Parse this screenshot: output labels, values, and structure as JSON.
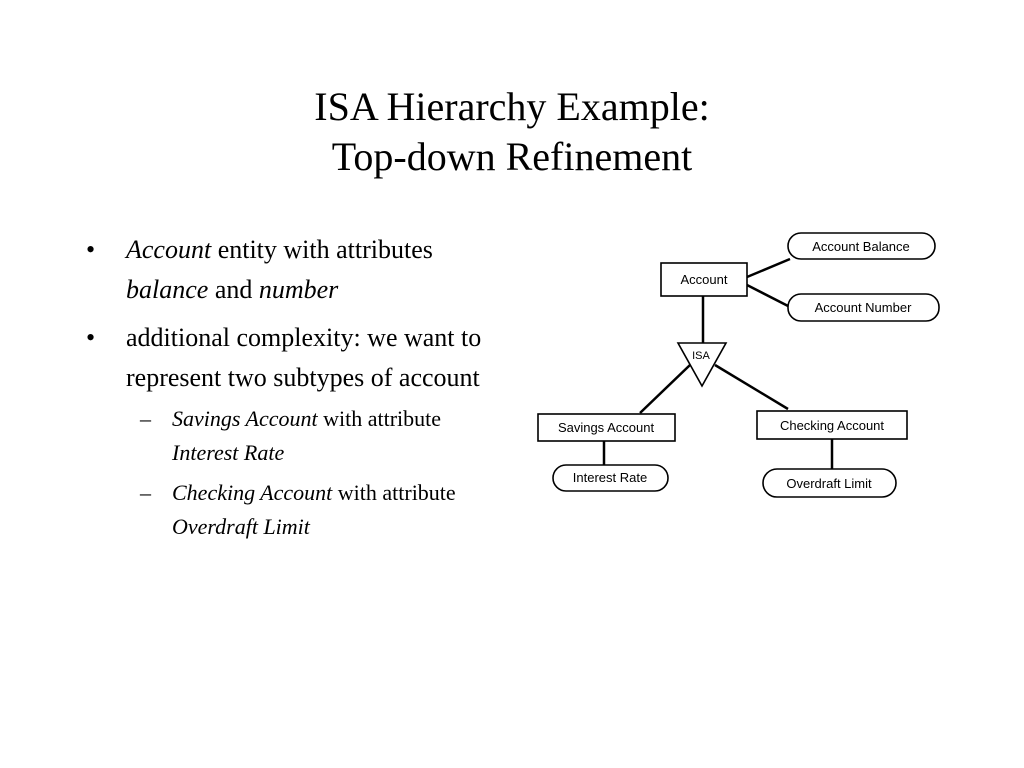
{
  "title": {
    "line1": "ISA Hierarchy Example:",
    "line2": "Top-down Refinement"
  },
  "bullets": [
    {
      "mark": "•",
      "parts": [
        {
          "text": "Account",
          "italic": true
        },
        {
          "text": " entity with attributes ",
          "italic": false
        },
        {
          "text": "balance",
          "italic": true
        },
        {
          "text": " and ",
          "italic": false
        },
        {
          "text": "number",
          "italic": true
        }
      ]
    },
    {
      "mark": "•",
      "parts": [
        {
          "text": "additional complexity: we want to represent two subtypes of account",
          "italic": false
        }
      ],
      "sub": [
        {
          "mark": "–",
          "parts": [
            {
              "text": "Savings Account",
              "italic": true
            },
            {
              "text": " with attribute ",
              "italic": false
            },
            {
              "text": "Interest Rate",
              "italic": true
            }
          ]
        },
        {
          "mark": "–",
          "parts": [
            {
              "text": "Checking Account",
              "italic": true
            },
            {
              "text": " with attribute ",
              "italic": false
            },
            {
              "text": "Overdraft Limit",
              "italic": true
            }
          ]
        }
      ]
    }
  ],
  "diagram": {
    "entities": {
      "account": "Account",
      "savings": "Savings Account",
      "checking": "Checking Account"
    },
    "attributes": {
      "balance": "Account Balance",
      "number": "Account Number",
      "interest": "Interest Rate",
      "overdraft": "Overdraft Limit"
    },
    "isa": "ISA"
  }
}
